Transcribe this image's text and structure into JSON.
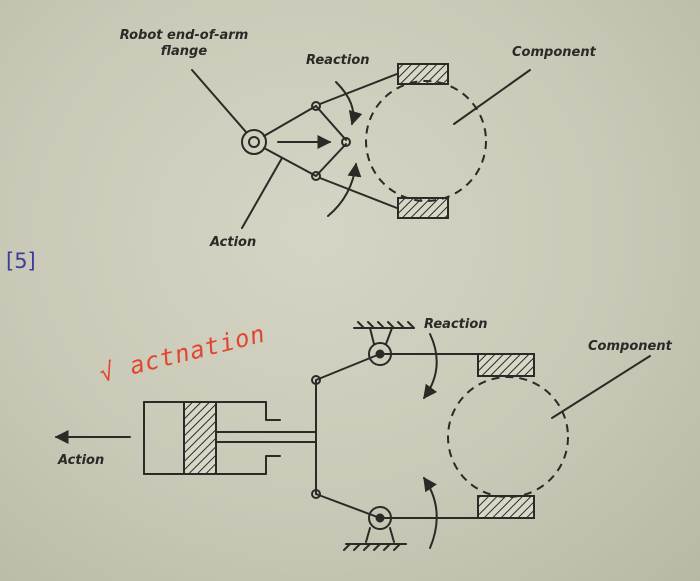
{
  "problem_number": "[5]",
  "handwritten_note": "√ actnation",
  "top_diagram": {
    "labels": {
      "flange": [
        "Robot end-of-arm",
        "flange"
      ],
      "reaction": "Reaction",
      "component": "Component",
      "action": "Action"
    }
  },
  "bottom_diagram": {
    "labels": {
      "reaction": "Reaction",
      "component": "Component",
      "action": "Action"
    }
  },
  "colors": {
    "ink": "#2a2a26",
    "handwriting": "#e2452d",
    "problem_number": "#3a3f9a",
    "paper": "#c9c7b6"
  }
}
